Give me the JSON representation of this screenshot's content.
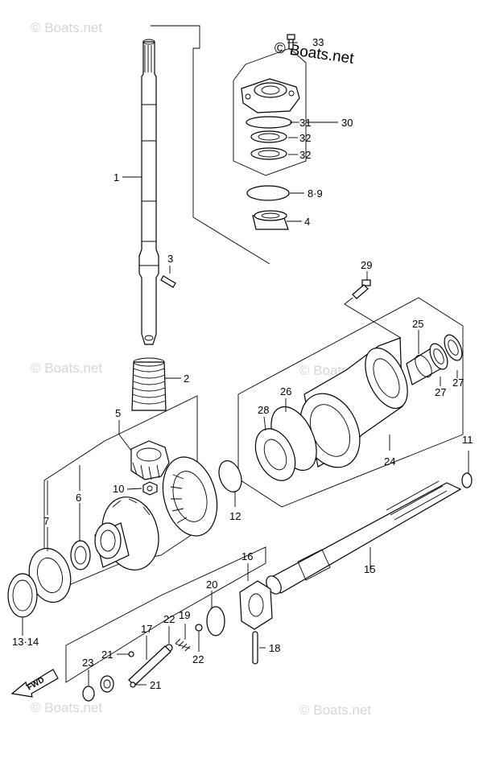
{
  "copyright": "© Boats.net",
  "watermark": "© Boats.net",
  "fwd_label": "FWD",
  "callouts": {
    "c1": "1",
    "c2": "2",
    "c3": "3",
    "c4": "4",
    "c5": "5",
    "c6": "6",
    "c7": "7",
    "c8_9": "8·9",
    "c10": "10",
    "c11": "11",
    "c12": "12",
    "c13_14": "13·14",
    "c15": "15",
    "c16": "16",
    "c17": "17",
    "c18": "18",
    "c19": "19",
    "c20": "20",
    "c21": "21",
    "c22": "22",
    "c23": "23",
    "c24": "24",
    "c25": "25",
    "c26": "26",
    "c27": "27",
    "c28": "28",
    "c29": "29",
    "c30": "30",
    "c31": "31",
    "c32": "32",
    "c33": "33"
  }
}
